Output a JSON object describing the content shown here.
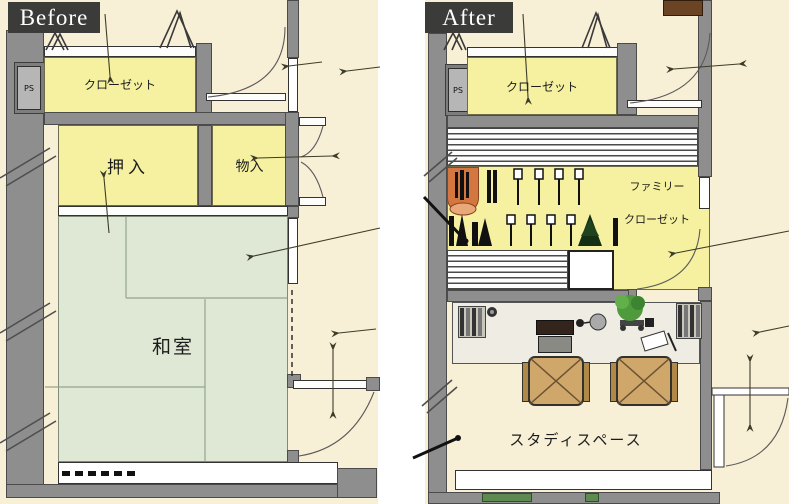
{
  "before_panel": {
    "label": "Before",
    "ps_label": "PS",
    "closet_label": "クローゼット",
    "oshiire_label": "押入",
    "monoire_label": "物入",
    "washitsu_label": "和室"
  },
  "after_panel": {
    "label": "After",
    "ps_label": "PS",
    "closet_label": "クローゼット",
    "family_closet_label_line1": "ファミリー",
    "family_closet_label_line2": "クローゼット",
    "study_space_label": "スタディスペース"
  },
  "colors": {
    "page_background": "#ffffff",
    "floor_cream": "#f8efd7",
    "room_yellow": "#f5f1a0",
    "tatami_green": "#dfe7d5",
    "wall_gray": "#8e8e8e",
    "label_box": "#3b3b39",
    "accent_orange": "#d4763f",
    "chair_tan": "#cfa76b",
    "plant_green": "#4e9a3c",
    "wood_brown": "#6b4423"
  },
  "icon_names": [
    "hanger-icon",
    "door-swing-icon",
    "flow-arrow-icon",
    "leader-line-icon",
    "ps-shaft",
    "plant-icon",
    "laptop-icon",
    "desk-lamp-icon",
    "chair-icon",
    "bookstand-icon",
    "clothes-on-rail-icon",
    "window-icon",
    "wall-break-icon"
  ]
}
